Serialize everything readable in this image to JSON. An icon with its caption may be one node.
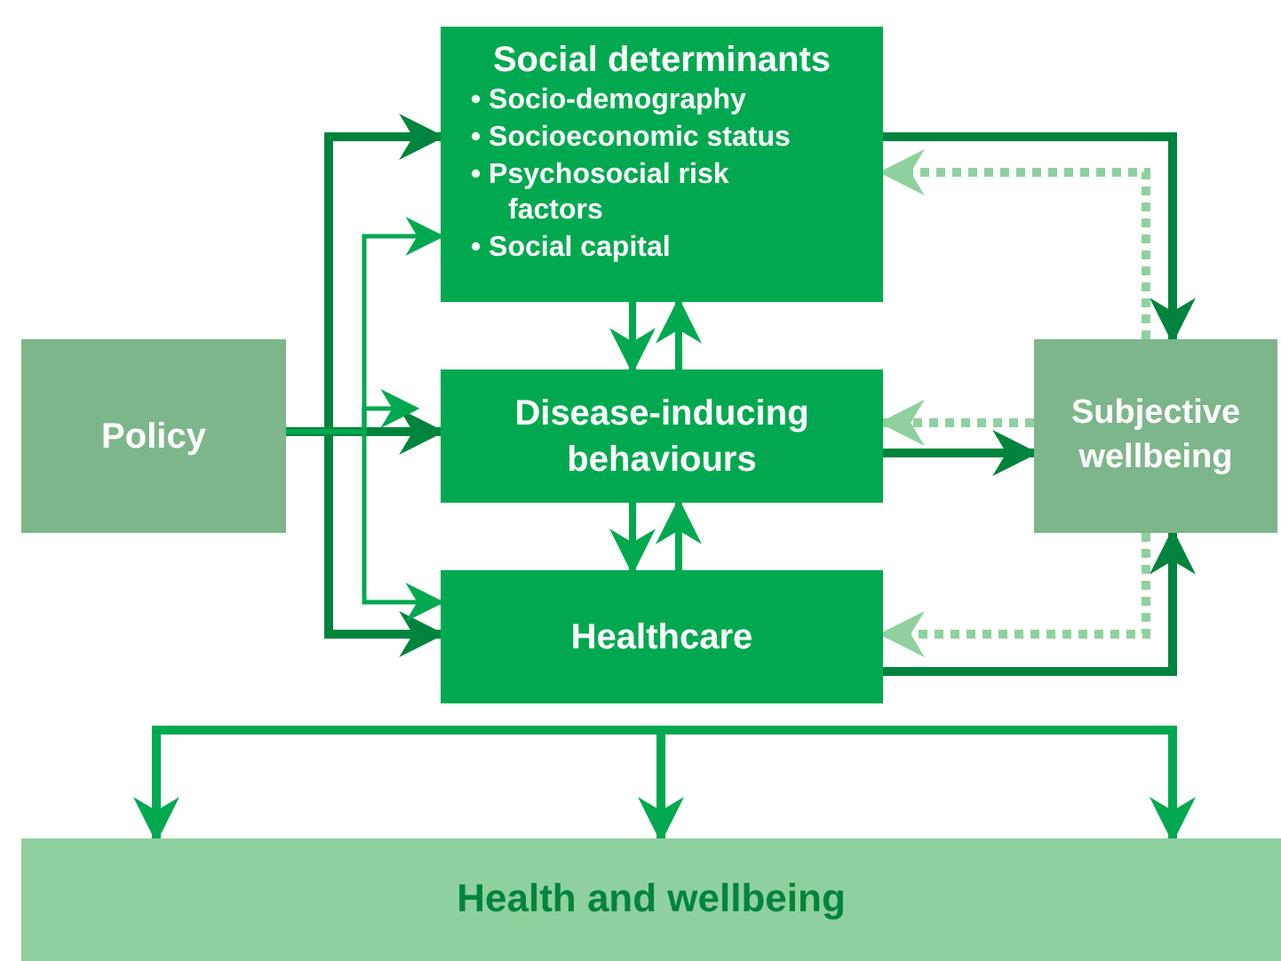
{
  "diagram": {
    "nodes": [
      {
        "text": [
          "Social determinants",
          "• Socio-demography",
          "• Socioeconomic status",
          "• Psychosocial risk factors",
          "• Social capital"
        ]
      },
      {
        "text": [
          "Policy"
        ]
      },
      {
        "text": [
          "Disease-inducing behaviours"
        ]
      },
      {
        "text": [
          "Healthcare"
        ]
      },
      {
        "text": [
          "Subjective wellbeing"
        ]
      },
      {
        "text": [
          "Health and wellbeing"
        ]
      }
    ],
    "edges": [
      {
        "from": 1,
        "to": 0,
        "arrow": "to",
        "color": "#00843d"
      },
      {
        "from": 1,
        "to": 2,
        "arrow": "to",
        "color": "#00843d"
      },
      {
        "from": 1,
        "to": 3,
        "arrow": "to",
        "color": "#00843d"
      },
      {
        "from": 1,
        "to": 0,
        "arrow": "to"
      },
      {
        "from": 1,
        "to": 2,
        "arrow": "to"
      },
      {
        "from": 1,
        "to": 3,
        "arrow": "to"
      },
      {
        "from": 0,
        "to": 2,
        "arrow": "to"
      },
      {
        "from": 2,
        "to": 0,
        "arrow": "to"
      },
      {
        "from": 2,
        "to": 3,
        "arrow": "to"
      },
      {
        "from": 3,
        "to": 2,
        "arrow": "to"
      },
      {
        "from": 0,
        "to": 4,
        "arrow": "to",
        "color": "#00843d"
      },
      {
        "from": 2,
        "to": 4,
        "arrow": "to",
        "color": "#00843d"
      },
      {
        "from": 3,
        "to": 4,
        "arrow": "to",
        "color": "#00843d"
      },
      {
        "from": 4,
        "to": 0,
        "arrow": "to",
        "style": "dashed",
        "color": "#8fd19e"
      },
      {
        "from": 4,
        "to": 2,
        "arrow": "to",
        "style": "dashed",
        "color": "#8fd19e"
      },
      {
        "from": 4,
        "to": 3,
        "arrow": "to",
        "style": "dashed",
        "color": "#8fd19e"
      },
      {
        "from": null,
        "to": 5,
        "arrow": "to"
      },
      {
        "from": null,
        "to": 5,
        "arrow": "to"
      },
      {
        "from": null,
        "to": 5,
        "arrow": "to"
      }
    ]
  }
}
